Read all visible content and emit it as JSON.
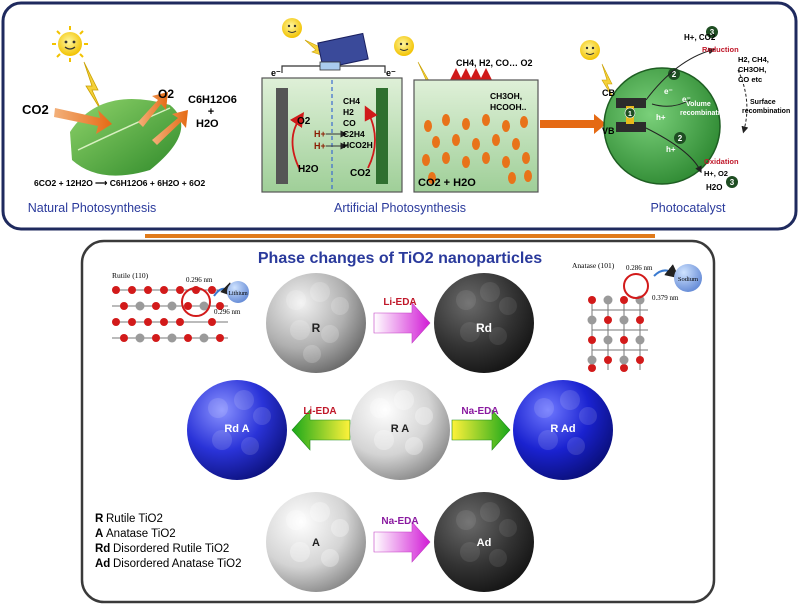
{
  "top_panel": {
    "natural": {
      "title": "Natural Photosynthesis",
      "co2": "CO2",
      "o2": "O2",
      "glucose": "C6H12O6",
      "plus": "+",
      "water": "H2O",
      "equation": "6CO2 + 12H2O ⟶ C6H12O6 + 6H2O + 6O2"
    },
    "artificial": {
      "title": "Artificial Photosynthesis",
      "cell": {
        "electron_left": "e⁻",
        "electron_right": "e⁻",
        "o2": "O2",
        "h_plus_1": "H+",
        "h_plus_2": "H+",
        "water": "H2O",
        "co2": "CO2",
        "products": [
          "CH4",
          "H2",
          "CO",
          "C2H4",
          "HCO2H"
        ]
      },
      "suspension": {
        "gases": "CH4, H2, CO… O2",
        "liquid_products": [
          "CH3OH,",
          "HCOOH.."
        ],
        "inputs": "CO2 + H2O"
      }
    },
    "photocatalyst": {
      "title": "Photocatalyst",
      "top_label": "H+, CO2",
      "reduction": "Reduction",
      "reduction_products": [
        "H2, CH4,",
        "CH3OH,",
        "CO etc"
      ],
      "cb": "CB",
      "vb": "VB",
      "volume_recombination": [
        "Volume",
        "recombination"
      ],
      "surface_recombination": [
        "Surface",
        "recombination"
      ],
      "oxidation": "Oxidation",
      "oxidation_products": "H+, O2",
      "water": "H2O",
      "step_numbers": [
        "1",
        "2",
        "2",
        "3",
        "3"
      ],
      "e": "e⁻",
      "h": "h+"
    }
  },
  "bottom_panel": {
    "title": "Phase changes of TiO2 nanoparticles",
    "rutile_label": "Rutile (110)",
    "rutile_d1": "0.296 nm",
    "rutile_d2": "0.296 nm",
    "lithium": "Lithium",
    "anatase_label": "Anatase (101)",
    "anatase_d1": "0.286 nm",
    "anatase_d2": "0.379 nm",
    "sodium": "Sodium",
    "reactions": [
      {
        "reagent": "Li-EDA",
        "from": "R",
        "to": "Rd"
      },
      {
        "reagent": "Li-EDA",
        "from": "R A",
        "to": "Rd A"
      },
      {
        "reagent": "Na-EDA",
        "from": "R A",
        "to": "R Ad"
      },
      {
        "reagent": "Na-EDA",
        "from": "A",
        "to": "Ad"
      }
    ],
    "legend": [
      {
        "symbol": "R",
        "text": "Rutile TiO2"
      },
      {
        "symbol": "A",
        "text": "Anatase TiO2"
      },
      {
        "symbol": "Rd",
        "text": "Disordered Rutile TiO2"
      },
      {
        "symbol": "Ad",
        "text": "Disordered Anatase TiO2"
      }
    ]
  },
  "colors": {
    "frame": "#1f2a5e",
    "divider": "#e07a1a",
    "title_blue": "#2a3a9c",
    "li_red": "#c0182a",
    "na_purple": "#8a1aa0",
    "rutile_blue": "#2233dd",
    "anatase_blue": "#1f22c8"
  }
}
